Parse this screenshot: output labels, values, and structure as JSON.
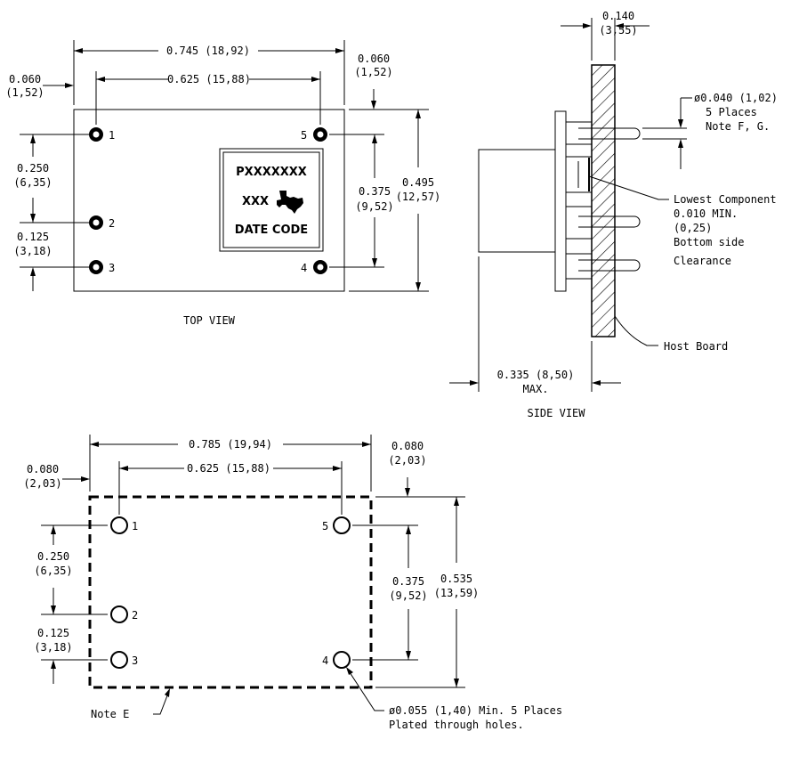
{
  "top_view": {
    "caption": "TOP VIEW",
    "dim_overall_width": "0.745 (18,92)",
    "dim_pin_span": "0.625 (15,88)",
    "dim_left_edge_in": "0.060",
    "dim_left_edge_mm": "(1,52)",
    "dim_right_edge_in": "0.060",
    "dim_right_edge_mm": "(1,52)",
    "dim_pin12_in": "0.250",
    "dim_pin12_mm": "(6,35)",
    "dim_pin23_in": "0.125",
    "dim_pin23_mm": "(3,18)",
    "dim_pin54_in": "0.375",
    "dim_pin54_mm": "(9,52)",
    "dim_height_in": "0.495",
    "dim_height_mm": "(12,57)",
    "pins": [
      "1",
      "2",
      "3",
      "4",
      "5"
    ],
    "label_line1": "PXXXXXXX",
    "label_line2": "XXX",
    "label_line3": "DATE CODE"
  },
  "side_view": {
    "caption": "SIDE VIEW",
    "dim_board_in": "0.140",
    "dim_board_mm": "(3,55)",
    "pin_note_1": "ø0.040 (1,02)",
    "pin_note_2": "5 Places",
    "pin_note_3": "Note F, G.",
    "component_note_1": "Lowest Component",
    "component_note_2": "0.010 MIN.",
    "component_note_3": "(0,25)",
    "component_note_4": "Bottom side",
    "component_note_5": "Clearance",
    "host_board": "Host Board",
    "dim_height": "0.335 (8,50)",
    "dim_height_max": "MAX."
  },
  "footprint": {
    "dim_overall_width": "0.785 (19,94)",
    "dim_pin_span": "0.625 (15,88)",
    "dim_left_edge_in": "0.080",
    "dim_left_edge_mm": "(2,03)",
    "dim_right_edge_in": "0.080",
    "dim_right_edge_mm": "(2,03)",
    "dim_pin12_in": "0.250",
    "dim_pin12_mm": "(6,35)",
    "dim_pin23_in": "0.125",
    "dim_pin23_mm": "(3,18)",
    "dim_pin54_in": "0.375",
    "dim_pin54_mm": "(9,52)",
    "dim_height_in": "0.535",
    "dim_height_mm": "(13,59)",
    "pins": [
      "1",
      "2",
      "3",
      "4",
      "5"
    ],
    "note_e": "Note E",
    "hole_note_1": "ø0.055 (1,40) Min. 5 Places",
    "hole_note_2": "Plated through holes."
  }
}
